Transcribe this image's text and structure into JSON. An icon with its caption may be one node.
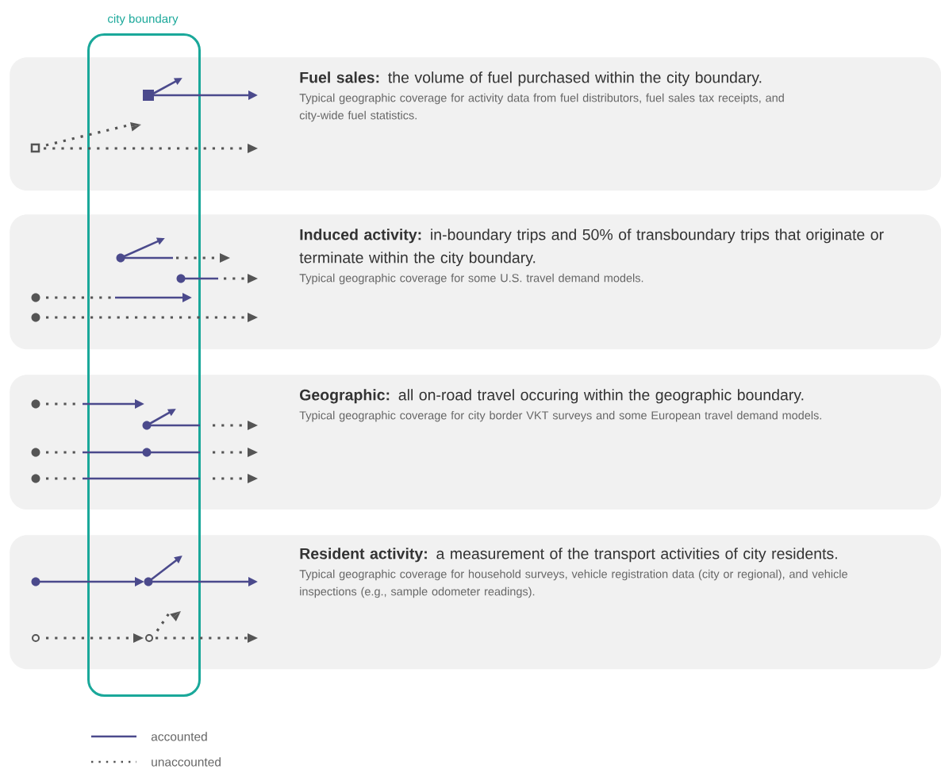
{
  "diagram": {
    "nodes": [
      {
        "text": [
          "city boundary"
        ]
      },
      {
        "text": [
          "**Fuel sales:** the volume of fuel purchased within the city boundary.",
          "Typical geographic coverage for activity data from fuel distributors, fuel sales tax receipts, and city-wide fuel statistics."
        ]
      },
      {
        "text": [
          "**Induced activity:** in-boundary trips and 50% of transboundary trips that originate or terminate within the city boundary.",
          "Typical geographic coverage for some U.S. travel demand models."
        ]
      },
      {
        "text": [
          "**Geographic:** all on-road travel occuring within the geographic boundary.",
          "Typical geographic coverage for city border VKT surveys and some European travel demand models."
        ]
      },
      {
        "text": [
          "**Resident activity:** a measurement of the transport activities of city residents.",
          "Typical geographic coverage for household surveys, vehicle registration data (city or regional), and vehicle inspections (e.g., sample odometer readings)."
        ]
      }
    ],
    "legend": [
      {
        "text": "accounted"
      },
      {
        "text": "unaccounted"
      }
    ]
  }
}
